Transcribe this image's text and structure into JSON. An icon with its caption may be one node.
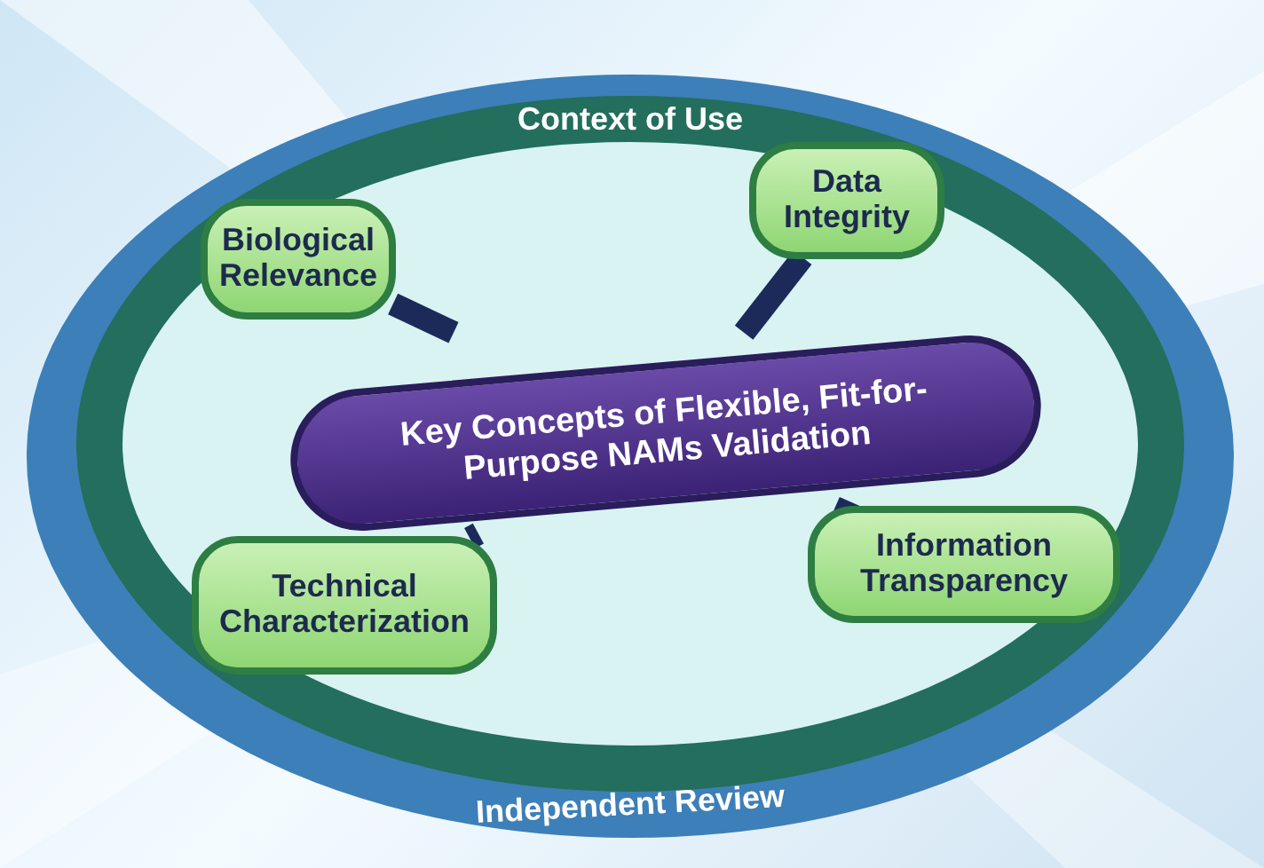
{
  "diagram": {
    "nodes": [
      {
        "text": [
          "Independent Review"
        ]
      },
      {
        "text": [
          "Context of Use"
        ],
        "in": 0
      },
      {
        "text": [
          "Biological Relevance"
        ],
        "in": 1
      },
      {
        "text": [
          "Data Integrity"
        ],
        "in": 1
      },
      {
        "text": [
          "Key Concepts of Flexible, Fit-for-Purpose NAMs Validation"
        ],
        "in": 1
      },
      {
        "text": [
          "Technical Characterization"
        ],
        "in": 1
      },
      {
        "text": [
          "Information Transparency"
        ],
        "in": 1
      }
    ],
    "edges": [
      {
        "from": 4,
        "to": 2,
        "arrow": "none"
      },
      {
        "from": 4,
        "to": 3,
        "arrow": "none"
      },
      {
        "from": 4,
        "to": 5,
        "arrow": "none"
      },
      {
        "from": 4,
        "to": 6,
        "arrow": "none"
      }
    ]
  }
}
